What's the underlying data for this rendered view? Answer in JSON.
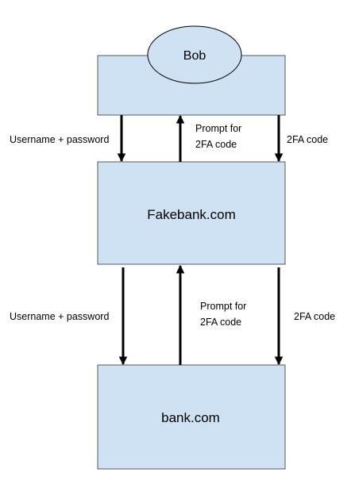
{
  "colors": {
    "box_fill": "#cfe2f3",
    "stroke": "#000000",
    "background": "#ffffff"
  },
  "nodes": {
    "bob": "Bob",
    "fakebank": "Fakebank.com",
    "bank": "bank.com"
  },
  "edges": {
    "top": {
      "left": "Username + password",
      "middle_line1": "Prompt for",
      "middle_line2": "2FA code",
      "right": "2FA code"
    },
    "bottom": {
      "left": "Username + password",
      "middle_line1": "Prompt for",
      "middle_line2": "2FA code",
      "right": "2FA code"
    }
  }
}
